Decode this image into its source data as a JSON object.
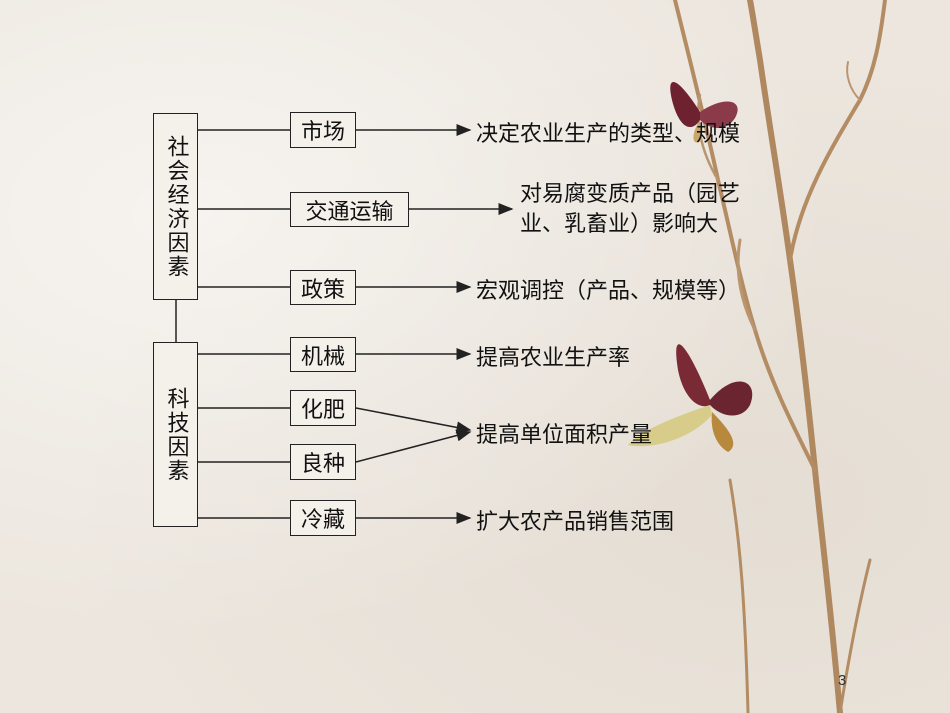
{
  "social_economic": {
    "label": "社会经济因素",
    "items": [
      {
        "name": "市场",
        "effect": "决定农业生产的类型、规模"
      },
      {
        "name": "交通运输",
        "effect_line1": "对易腐变质产品（园艺",
        "effect_line2": "业、乳畜业）影响大"
      },
      {
        "name": "政策",
        "effect": "宏观调控（产品、规模等）"
      }
    ]
  },
  "tech": {
    "label": "科技因素",
    "items": [
      {
        "name": "机械",
        "effect": "提高农业生产率"
      },
      {
        "name": "化肥"
      },
      {
        "name": "良种"
      },
      {
        "name": "冷藏",
        "effect": "扩大农产品销售范围"
      }
    ],
    "shared_effect": "提高单位面积产量"
  },
  "page_number": "3",
  "colors": {
    "line": "#222222",
    "branch": "#a67b4f",
    "butterfly": "#7a2a35"
  }
}
